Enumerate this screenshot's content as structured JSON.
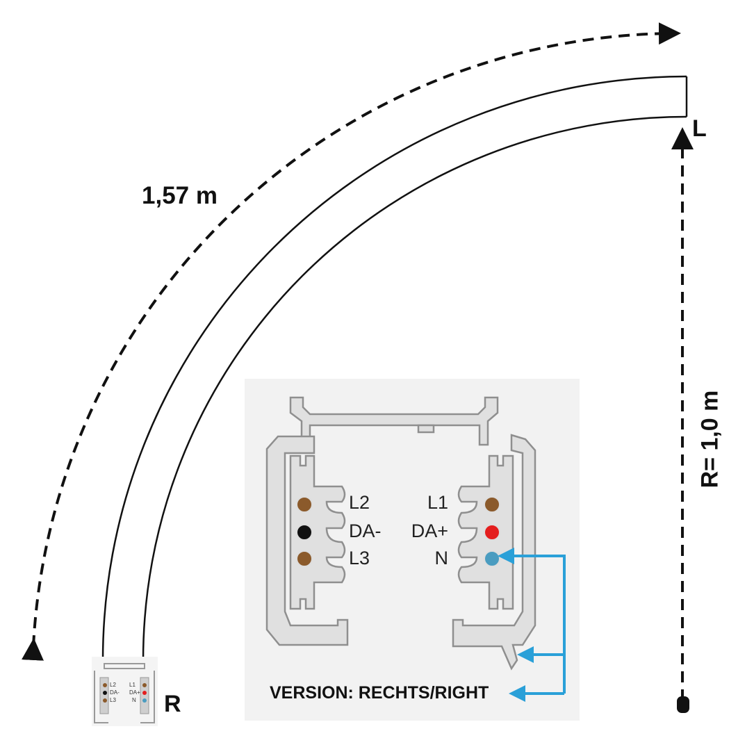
{
  "diagram": {
    "arc_length_label": "1,57 m",
    "radius_label": "R= 1,0 m",
    "end_left_label": "L",
    "end_right_label": "R",
    "version_label": "VERSION: RECHTS/RIGHT",
    "terminals_left": [
      "L2",
      "DA-",
      "L3"
    ],
    "terminals_right": [
      "L1",
      "DA+",
      "N"
    ],
    "colors": {
      "phase_brown": "#8B5A2B",
      "data_minus_black": "#111111",
      "data_plus_red": "#E41E1E",
      "neutral_blue": "#4A9CC0",
      "arrow_blue": "#2AA0D8",
      "profile_fill": "#E0E0E0",
      "panel_bg": "#F2F2F2"
    }
  }
}
